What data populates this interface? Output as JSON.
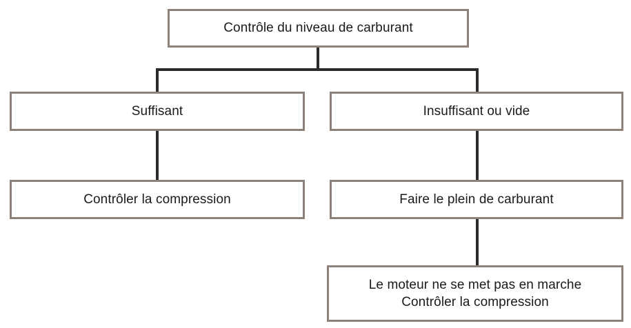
{
  "diagram": {
    "title": "Contrôle du niveau de carburant",
    "type": "flowchart",
    "language": "fr",
    "colors": {
      "box_border": "#8c8078",
      "connector": "#2b2b2b",
      "background": "#ffffff",
      "text": "#1a1a1a"
    },
    "nodes": [
      {
        "id": "root",
        "label": "Contrôle du niveau de carburant",
        "lines": [
          "Contrôle du niveau de carburant"
        ]
      },
      {
        "id": "suffisant",
        "label": "Suffisant",
        "lines": [
          "Suffisant"
        ]
      },
      {
        "id": "insuffisant",
        "label": "Insuffisant ou vide",
        "lines": [
          "Insuffisant ou vide"
        ]
      },
      {
        "id": "compression",
        "label": "Contrôler la compression",
        "lines": [
          "Contrôler la compression"
        ]
      },
      {
        "id": "plein",
        "label": "Faire le plein de carburant",
        "lines": [
          "Faire le plein de carburant"
        ]
      },
      {
        "id": "moteur",
        "label": "Le moteur ne se met pas en marche Contrôler la compression",
        "lines": [
          "Le moteur ne se met pas en marche",
          "Contrôler la compression"
        ]
      }
    ],
    "edges": [
      {
        "from": "root",
        "to": "suffisant"
      },
      {
        "from": "root",
        "to": "insuffisant"
      },
      {
        "from": "suffisant",
        "to": "compression"
      },
      {
        "from": "insuffisant",
        "to": "plein"
      },
      {
        "from": "plein",
        "to": "moteur"
      }
    ]
  }
}
